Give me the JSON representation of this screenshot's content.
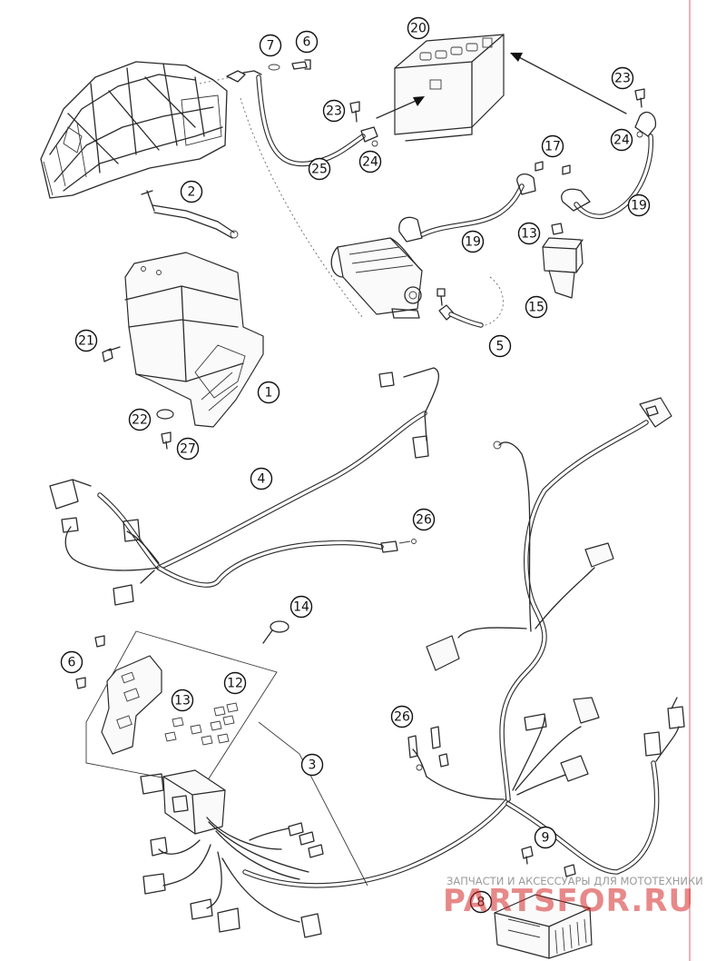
{
  "callouts": [
    {
      "label": "20"
    },
    {
      "label": "7"
    },
    {
      "label": "6"
    },
    {
      "label": "23"
    },
    {
      "label": "23"
    },
    {
      "label": "24"
    },
    {
      "label": "24"
    },
    {
      "label": "25"
    },
    {
      "label": "2"
    },
    {
      "label": "17"
    },
    {
      "label": "19"
    },
    {
      "label": "19"
    },
    {
      "label": "13"
    },
    {
      "label": "15"
    },
    {
      "label": "5"
    },
    {
      "label": "21"
    },
    {
      "label": "1"
    },
    {
      "label": "22"
    },
    {
      "label": "27"
    },
    {
      "label": "4"
    },
    {
      "label": "26"
    },
    {
      "label": "14"
    },
    {
      "label": "6"
    },
    {
      "label": "12"
    },
    {
      "label": "13"
    },
    {
      "label": "26"
    },
    {
      "label": "3"
    },
    {
      "label": "9"
    },
    {
      "label": "8"
    }
  ],
  "watermark": {
    "tagline": "ЗАПЧАСТИ И АКСЕССУАРЫ ДЛЯ МОТОТЕХНИКИ",
    "brand": "PARTSFOR.RU"
  },
  "colors": {
    "line": "#2a2a2a",
    "margin_line": "#e06070",
    "watermark_red": "#d52a2a",
    "watermark_gray": "#9a9a9a"
  }
}
